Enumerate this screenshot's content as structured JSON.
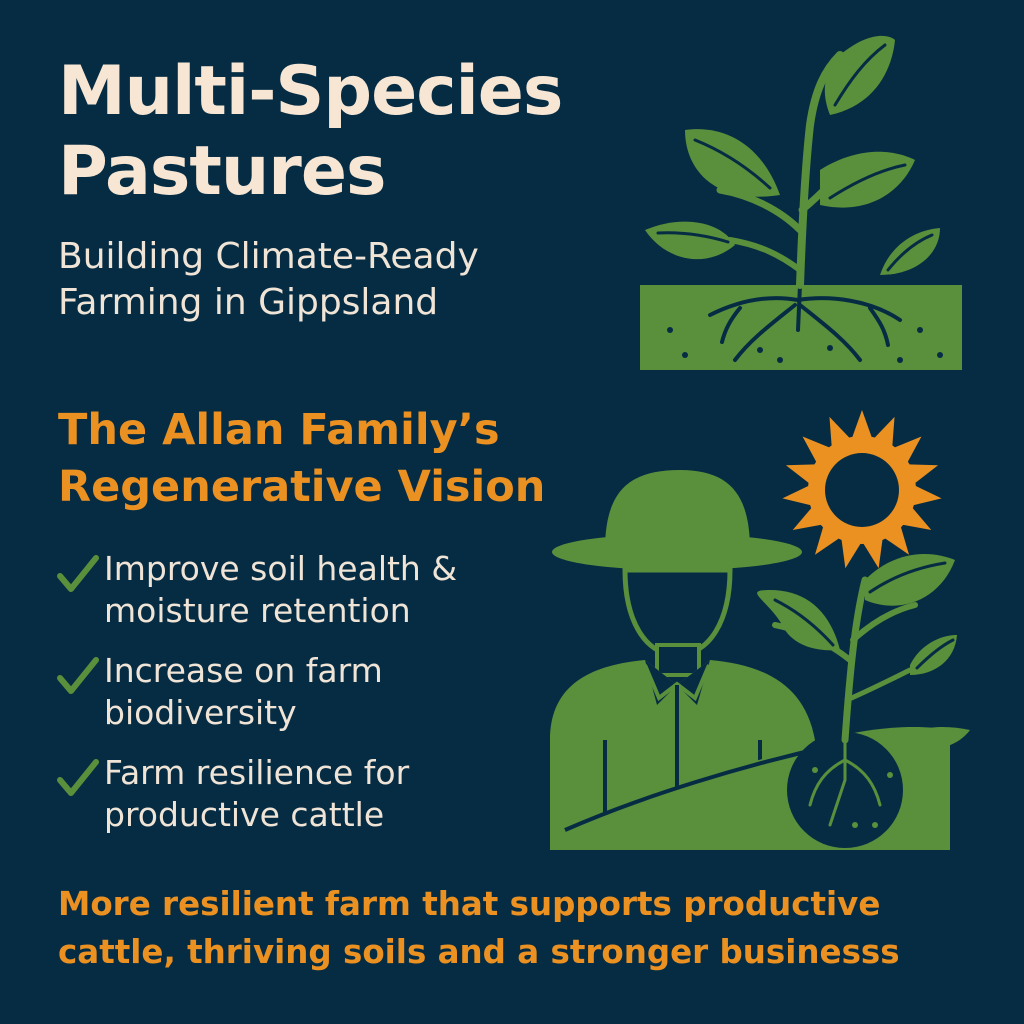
{
  "title": "Multi-Species Pastures",
  "subtitle": "Building Climate-Ready Farming in Gippsland",
  "vision_heading": "The Allan Family’s Regenerative Vision",
  "goals": [
    {
      "text": "Improve soil health & moisture retention"
    },
    {
      "text": "Increase on farm biodiversity"
    },
    {
      "text": "Farm resilience for productive cattle"
    }
  ],
  "tagline": "More resilient farm that supports productive cattle, thriving soils and a stronger businesss",
  "icons": [
    "seedling-icon",
    "farmer-icon",
    "sun-icon",
    "check-icon"
  ],
  "colors": {
    "background": "#062c44",
    "title": "#f7e6d3",
    "accent": "#ea9122",
    "green": "#5a8f3c",
    "check": "#5a8f3c"
  }
}
